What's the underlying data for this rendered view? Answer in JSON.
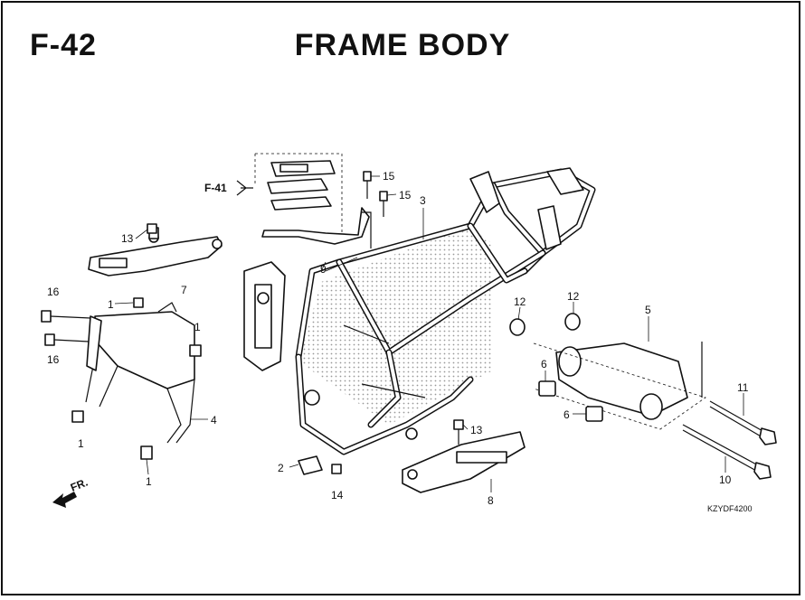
{
  "header": {
    "figure_code": "F-42",
    "title": "FRAME BODY"
  },
  "reference": {
    "label": "F-41"
  },
  "direction": {
    "label": "FR."
  },
  "callouts": {
    "c1a": "1",
    "c1b": "1",
    "c1c": "1",
    "c1d": "1",
    "c2": "2",
    "c3": "3",
    "c4": "4",
    "c5": "5",
    "c6a": "6",
    "c6b": "6",
    "c7": "7",
    "c8": "8",
    "c9": "9",
    "c10": "10",
    "c11": "11",
    "c12a": "12",
    "c12b": "12",
    "c13a": "13",
    "c13b": "13",
    "c14": "14",
    "c15a": "15",
    "c15b": "15",
    "c16a": "16",
    "c16b": "16"
  },
  "diagram_code": "KZYDF4200"
}
